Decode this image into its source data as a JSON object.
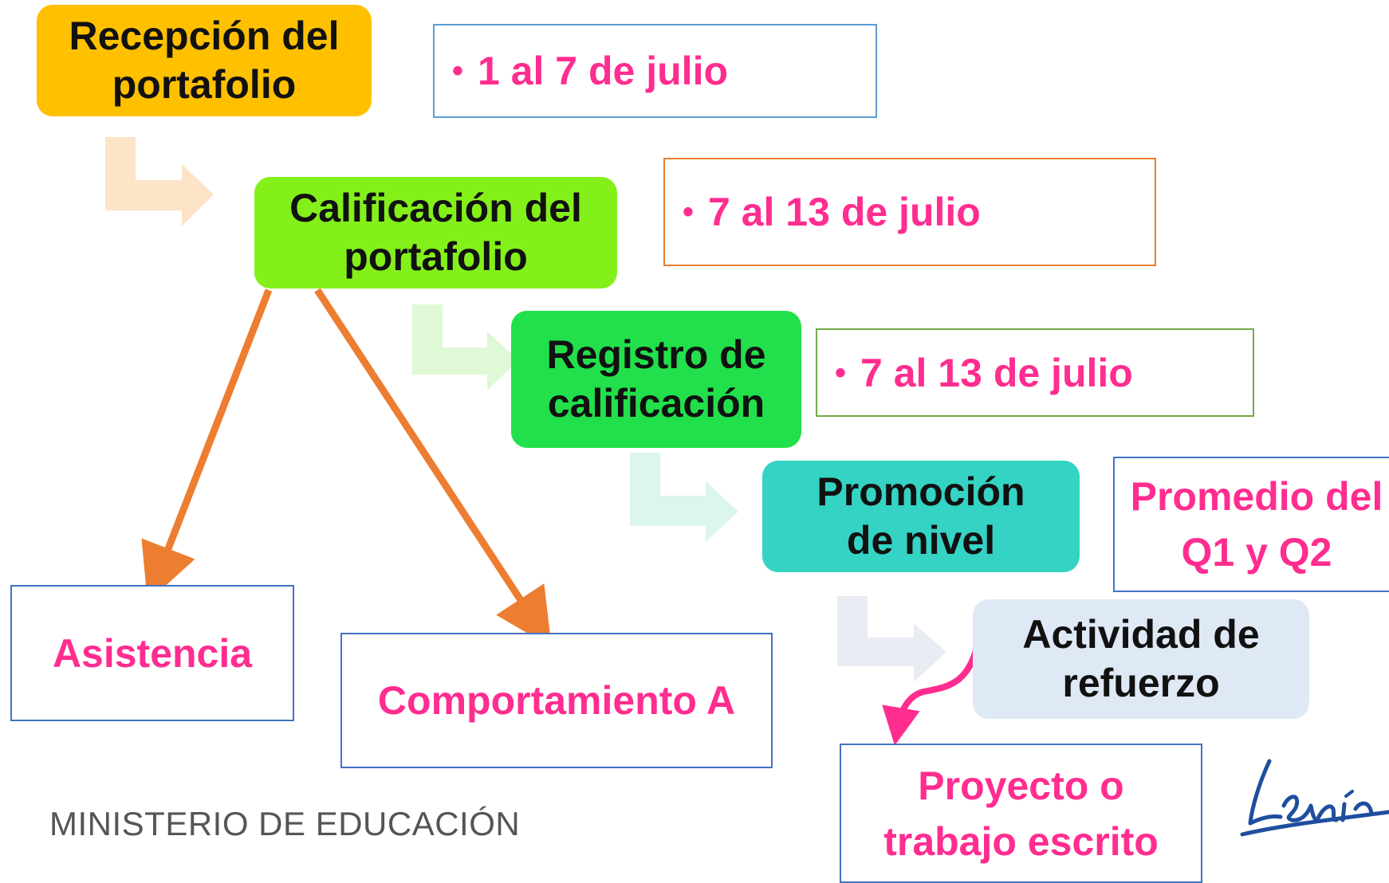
{
  "steps": [
    {
      "id": "recepcion",
      "label": "Recepción del portafolio",
      "color": "#ffc000"
    },
    {
      "id": "calificacion",
      "label": "Calificación del portafolio",
      "color": "#84f01a"
    },
    {
      "id": "registro",
      "label": "Registro de calificación",
      "color": "#22e04b"
    },
    {
      "id": "promocion",
      "label": "Promoción de nivel",
      "color": "#34d3c4"
    },
    {
      "id": "actividad",
      "label": "Actividad de refuerzo",
      "color": "#dfe8f5"
    }
  ],
  "details": {
    "recepcion": "1 al 7 de julio",
    "calificacion": "7 al 13 de julio",
    "registro": "7 al 13 de julio",
    "promocion": "Promedio del Q1 y Q2",
    "asistencia": "Asistencia",
    "comportamiento": "Comportamiento A",
    "proyecto": "Proyecto o trabajo escrito"
  },
  "bullet": "•",
  "footer": {
    "ministry": "MINISTERIO DE EDUCACIÓN",
    "signature": "Lenín"
  },
  "colors": {
    "text_accent": "#ff2d8f",
    "orange_arrow": "#ed7d31",
    "pink_arrow": "#ff2d8f"
  }
}
